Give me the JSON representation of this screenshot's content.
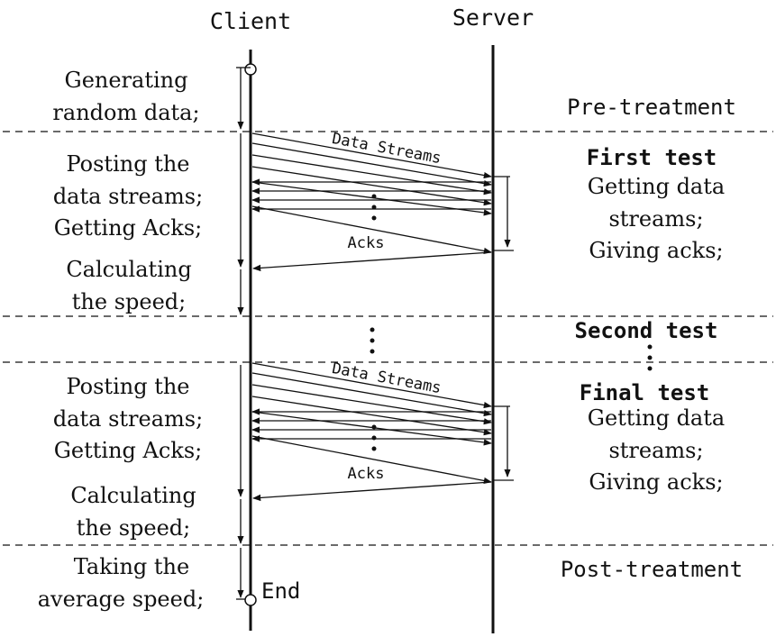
{
  "headers": {
    "client": "Client",
    "server": "Server"
  },
  "client_labels": {
    "generating_line1": "Generating",
    "generating_line2": "random data;",
    "posting1_line1": "Posting the",
    "posting1_line2": "data streams;",
    "getting_acks1": "Getting Acks;",
    "calc1_line1": "Calculating",
    "calc1_line2": "the speed;",
    "posting2_line1": "Posting the",
    "posting2_line2": "data streams;",
    "getting_acks2": "Getting Acks;",
    "calc2_line1": "Calculating",
    "calc2_line2": "the speed;",
    "taking_line1": "Taking the",
    "taking_line2": "average speed;"
  },
  "phases": {
    "pre": "Pre-treatment",
    "first": "First test",
    "second": "Second test",
    "final": "Final test",
    "post": "Post-treatment"
  },
  "server_labels": {
    "first_line1": "Getting data",
    "first_line2": "streams;",
    "first_line3": "Giving acks;",
    "final_line1": "Getting data",
    "final_line2": "streams;",
    "final_line3": "Giving acks;"
  },
  "arrows": {
    "data_streams_1": "Data Streams",
    "acks_1": "Acks",
    "data_streams_2": "Data Streams",
    "acks_2": "Acks"
  },
  "end_label": "End"
}
